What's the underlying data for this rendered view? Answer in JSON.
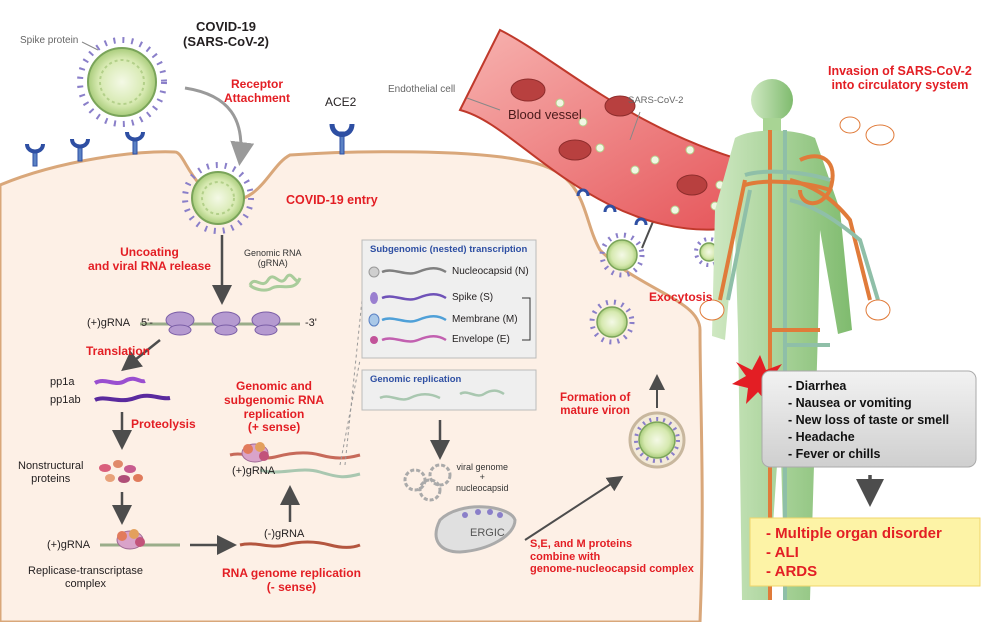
{
  "virus": {
    "title_line1": "COVID-19",
    "title_line2": "(SARS-CoV-2)",
    "spike_label": "Spike protein"
  },
  "receptor": {
    "attach_line1": "Receptor",
    "attach_line2": "Attachment",
    "ace2": "ACE2"
  },
  "entry": "COVID-19 entry",
  "uncoating": {
    "line1": "Uncoating",
    "line2": "and viral RNA release"
  },
  "genomic_rna": {
    "line1": "Genomic RNA",
    "line2": "(gRNA)"
  },
  "gRNA_strand": {
    "label": "(+)gRNA",
    "five": "5'-",
    "three": "-3'"
  },
  "translation": "Translation",
  "pp1a": "pp1a",
  "pp1ab": "pp1ab",
  "proteolysis": "Proteolysis",
  "nonstructural": {
    "line1": "Nonstructural",
    "line2": "proteins"
  },
  "replicase": {
    "gRNA": "(+)gRNA",
    "line1": "Replicase-transcriptase",
    "line2": "complex"
  },
  "neg_gRNA": "(-)gRNA",
  "rna_replication": {
    "line1": "RNA genome replication",
    "line2": "(- sense)"
  },
  "pos_gRNA2": "(+)gRNA",
  "genomic_sub": {
    "line1": "Genomic and",
    "line2": "subgenomic RNA",
    "line3": "replication",
    "line4": "(+ sense)"
  },
  "subgenomic_box": {
    "title": "Subgenomic (nested) transcription",
    "items": [
      "Nucleocapsid (N)",
      "Spike (S)",
      "Membrane (M)",
      "Envelope (E)"
    ]
  },
  "genomic_replication_title": "Genomic replication",
  "viral_genome": {
    "line1": "viral genome",
    "line2": "+",
    "line3": "nucleocapsid"
  },
  "ergic": "ERGIC",
  "combine": {
    "line1": "S,E, and M proteins",
    "line2": "combine with",
    "line3": "genome-nucleocapsid complex"
  },
  "formation": {
    "line1": "Formation of",
    "line2": "mature viron"
  },
  "exocytosis": "Exocytosis",
  "endothelial": "Endothelial cell",
  "blood_vessel": "Blood vessel",
  "sars_label": "SARS-CoV-2",
  "invasion": {
    "line1": "Invasion of SARS-CoV-2",
    "line2": "into circulatory system"
  },
  "symptoms": [
    "- Diarrhea",
    "- Nausea or vomiting",
    "- New loss of taste or smell",
    "- Headache",
    "- Fever or chills"
  ],
  "outcomes": [
    "- Multiple organ disorder",
    "- ALI",
    "- ARDS"
  ],
  "colors": {
    "accent_red": "#e31e24",
    "cell_fill": "#fdf0e6",
    "vessel": "#e8595b",
    "outcome_fill": "#fdf3a6",
    "symptom_fill": "#e4e4e4"
  }
}
